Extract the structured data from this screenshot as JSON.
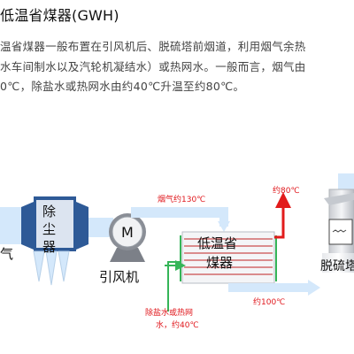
{
  "title": "低温省煤器(GWH)",
  "paragraph": {
    "line1": "温省煤器一般布置在引风机后、脱硫塔前烟道，利用烟气余热",
    "line2": "水车间制水以及汽轮机凝结水）或热网水。一般而言，烟气由",
    "line3": "0℃，除盐水或热网水由约40℃升温至约80℃。"
  },
  "diagram": {
    "left_cut_label": "气",
    "dust_collector": [
      "除",
      "尘",
      "器"
    ],
    "fan_symbol": "M",
    "fan_label": "引风机",
    "economizer_line1": "低温省",
    "economizer_line2": "煤器",
    "desulfur_label": "脱硫塔",
    "flue_gas_in": "烟气约130℃",
    "water_out": "约80℃",
    "flue_gas_out": "约100℃",
    "water_in_line1": "除盐水或热网",
    "water_in_line2": "水，约40℃"
  },
  "colors": {
    "flue_pipe": "#d4e8fb",
    "dust_collector": "#2e5a97",
    "hot_water": "#e21b1b",
    "cold_water": "#35b558",
    "label_red": "#e0171c"
  }
}
